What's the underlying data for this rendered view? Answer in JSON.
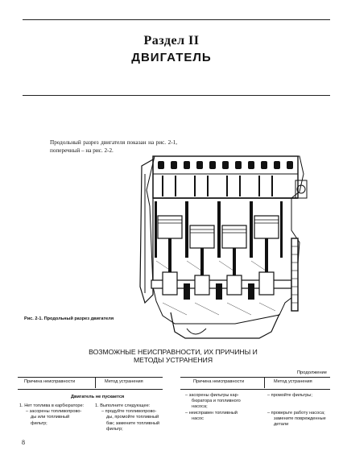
{
  "header": {
    "section": "Раздел II",
    "title": "ДВИГАТЕЛЬ"
  },
  "intro": {
    "text": "Продольный разрез двигателя показан на рис. 2-1, поперечный – на рис. 2-2."
  },
  "figure": {
    "caption": "Рис. 2-1. Продольный разрез двигателя"
  },
  "faults": {
    "heading_line1": "ВОЗМОЖНЫЕ НЕИСПРАВНОСТИ, ИХ ПРИЧИНЫ И",
    "heading_line2": "МЕТОДЫ УСТРАНЕНИЯ",
    "continued": "Продолжение"
  },
  "left_table": {
    "col_cause": "Причина неисправности",
    "col_method": "Метод устранения",
    "subheading": "Двигатель не пускается",
    "cause_lines": [
      "1. Нет топлива в карбюраторе:",
      "– засорены топливопрово-",
      "ды или топливный",
      "фильтр;"
    ],
    "method_lines": [
      "1. Выполните следующее:",
      "– продуйте топливопрово-",
      "ды, промойте топливный",
      "бак; замените топливный",
      "фильтр;"
    ]
  },
  "right_table": {
    "col_cause": "Причина неисправности",
    "col_method": "Метод устранения",
    "cause_lines": [
      "– засорены фильтры кар-",
      "бюратора и топливного",
      "насоса;",
      "– неисправен топливный",
      "насос"
    ],
    "method_lines": [
      "– промойте фильтры;",
      "",
      "",
      "– проверьте работу насоса;",
      "замените поврежденные",
      "детали"
    ]
  },
  "page": {
    "number": "8"
  }
}
